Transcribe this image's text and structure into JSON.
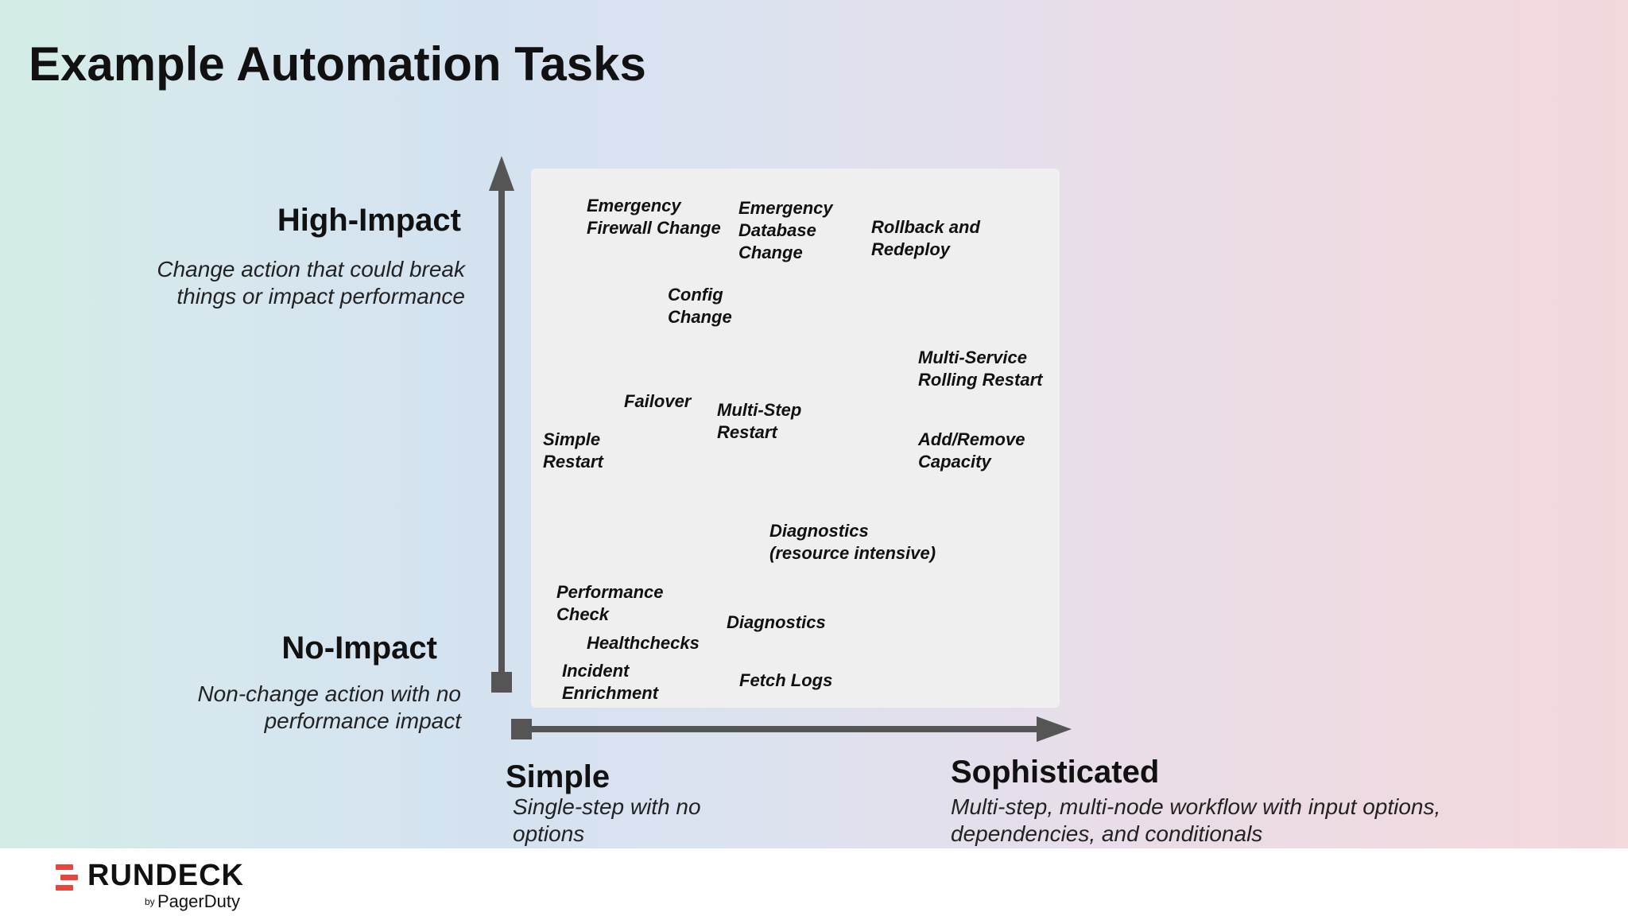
{
  "title": "Example Automation Tasks",
  "y_axis": {
    "high_label": "High-Impact",
    "high_desc": "Change action that could break things or impact performance",
    "low_label": "No-Impact",
    "low_desc": "Non-change action with no performance impact"
  },
  "x_axis": {
    "low_label": "Simple",
    "low_desc": "Single-step with no options",
    "high_label": "Sophisticated",
    "high_desc": "Multi-step, multi-node workflow with input options, dependencies, and conditionals"
  },
  "tasks": {
    "emergency_firewall": "Emergency\nFirewall Change",
    "emergency_database": "Emergency\nDatabase\nChange",
    "rollback_redeploy": "Rollback and\nRedeploy",
    "config_change": "Config\nChange",
    "multi_service_restart": "Multi-Service\nRolling Restart",
    "failover": "Failover",
    "multi_step_restart": "Multi-Step\nRestart",
    "simple_restart": "Simple\nRestart",
    "add_remove_capacity": "Add/Remove\nCapacity",
    "diagnostics_intensive": "Diagnostics\n(resource intensive)",
    "performance_check": "Performance\nCheck",
    "diagnostics": "Diagnostics",
    "healthchecks": "Healthchecks",
    "incident_enrichment": "Incident\nEnrichment",
    "fetch_logs": "Fetch Logs"
  },
  "logo": {
    "wordmark": "RUNDECK",
    "by": "by",
    "company": "PagerDuty",
    "accent_color": "#e8453c"
  }
}
